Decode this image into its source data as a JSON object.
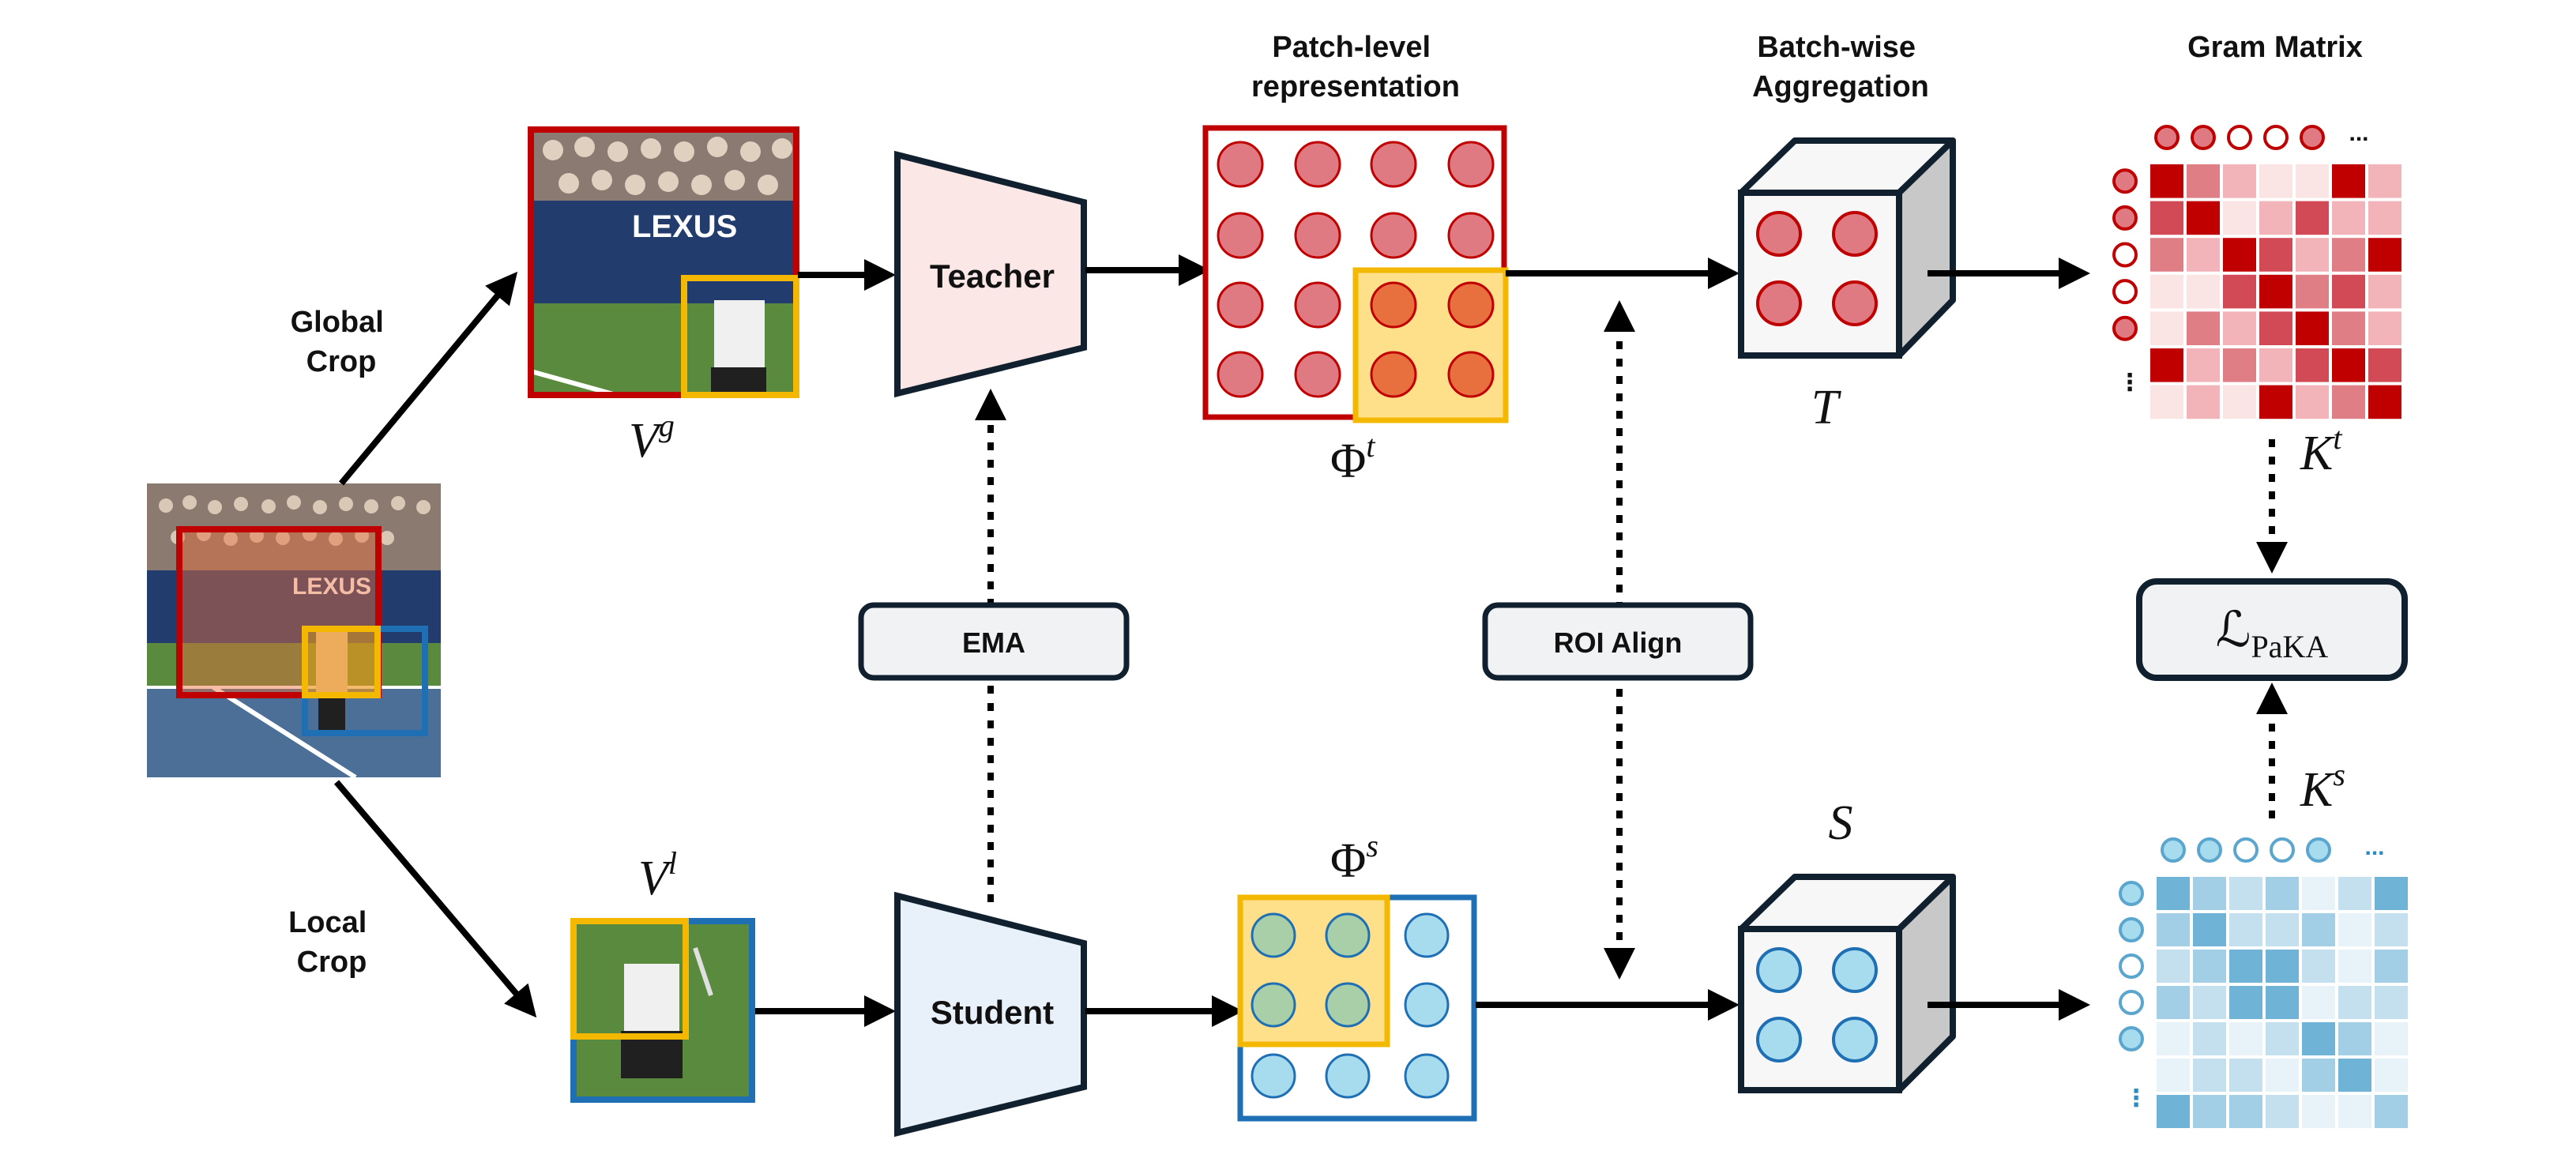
{
  "labels": {
    "global_crop": [
      "Global",
      "Crop"
    ],
    "local_crop": [
      "Local",
      "Crop"
    ],
    "teacher": "Teacher",
    "student": "Student",
    "ema": "EMA",
    "roi_align": "ROI Align",
    "patch_level": [
      "Patch-level",
      "representation"
    ],
    "batch_wise": [
      "Batch-wise",
      "Aggregation"
    ],
    "gram_matrix": "Gram Matrix",
    "ellipsis_h": "...",
    "ellipsis_v": "⋮"
  },
  "math": {
    "vg": {
      "base": "V",
      "sup": "g"
    },
    "vl": {
      "base": "V",
      "sup": "l"
    },
    "phit": {
      "base": "Φ",
      "sup": "t"
    },
    "phis": {
      "base": "Φ",
      "sup": "s"
    },
    "t": "T",
    "s": "S",
    "kt": {
      "base": "K",
      "sup": "t"
    },
    "ks": {
      "base": "K",
      "sup": "s"
    },
    "loss": {
      "base": "ℒ",
      "sub": "PaKA"
    }
  },
  "colors": {
    "red": "#c00000",
    "blue": "#1f6fb5",
    "yellow": "#f5b800",
    "teacher_fill": "#fbe8e6",
    "student_fill": "#e8f0fa",
    "dark": "#10202e"
  },
  "gram_teacher": [
    [
      5,
      3,
      2,
      1,
      1,
      5,
      2
    ],
    [
      4,
      5,
      1,
      2,
      4,
      2,
      2
    ],
    [
      3,
      2,
      5,
      4,
      2,
      3,
      5
    ],
    [
      1,
      1,
      4,
      5,
      3,
      4,
      2
    ],
    [
      1,
      3,
      2,
      4,
      5,
      3,
      2
    ],
    [
      5,
      2,
      3,
      2,
      4,
      5,
      4
    ],
    [
      1,
      2,
      1,
      5,
      2,
      3,
      5
    ]
  ],
  "gram_student": [
    [
      4,
      3,
      2,
      3,
      1,
      2,
      4
    ],
    [
      3,
      4,
      2,
      2,
      3,
      1,
      2
    ],
    [
      2,
      3,
      4,
      4,
      2,
      1,
      3
    ],
    [
      3,
      2,
      4,
      4,
      1,
      2,
      2
    ],
    [
      1,
      2,
      1,
      2,
      4,
      3,
      1
    ],
    [
      1,
      2,
      2,
      1,
      3,
      4,
      1
    ],
    [
      4,
      3,
      3,
      2,
      1,
      1,
      3
    ]
  ],
  "gram_header_filled": [
    true,
    true,
    false,
    false,
    true
  ]
}
